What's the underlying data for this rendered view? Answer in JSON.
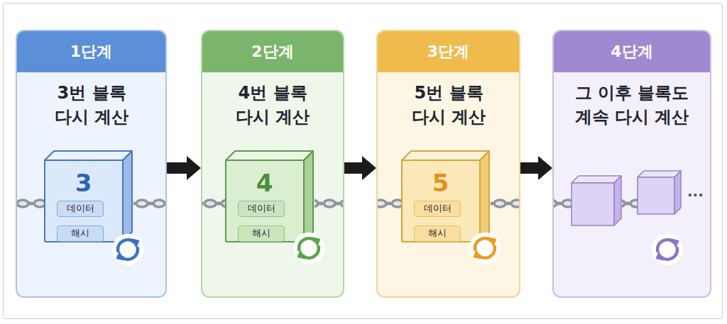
{
  "diagram": {
    "nodes": [
      {
        "text": [
          "1단계",
          "3번 블록 다시 계산"
        ]
      },
      {
        "text": [
          "3"
        ],
        "in": 0
      },
      {
        "text": [
          "데이터"
        ],
        "in": 1
      },
      {
        "text": [
          "해시"
        ],
        "in": 1
      },
      {
        "text": [
          "2단계",
          "4번 블록 다시 계산"
        ]
      },
      {
        "text": [
          "4"
        ],
        "in": 4
      },
      {
        "text": [
          "데이터"
        ],
        "in": 5
      },
      {
        "text": [
          "해시"
        ],
        "in": 5
      },
      {
        "text": [
          "3단계",
          "5번 블록 다시 계산"
        ]
      },
      {
        "text": [
          "5"
        ],
        "in": 8
      },
      {
        "text": [
          "데이터"
        ],
        "in": 9
      },
      {
        "text": [
          "해시"
        ],
        "in": 9
      },
      {
        "text": [
          "4단계",
          "그 이후 블록도 계속 다시 계산"
        ]
      }
    ],
    "edges": [
      {
        "from": 0,
        "to": 4,
        "arrow": "to"
      },
      {
        "from": 4,
        "to": 8,
        "arrow": "to"
      },
      {
        "from": 8,
        "to": 12,
        "arrow": "to"
      }
    ],
    "labels": [
      "..."
    ]
  }
}
